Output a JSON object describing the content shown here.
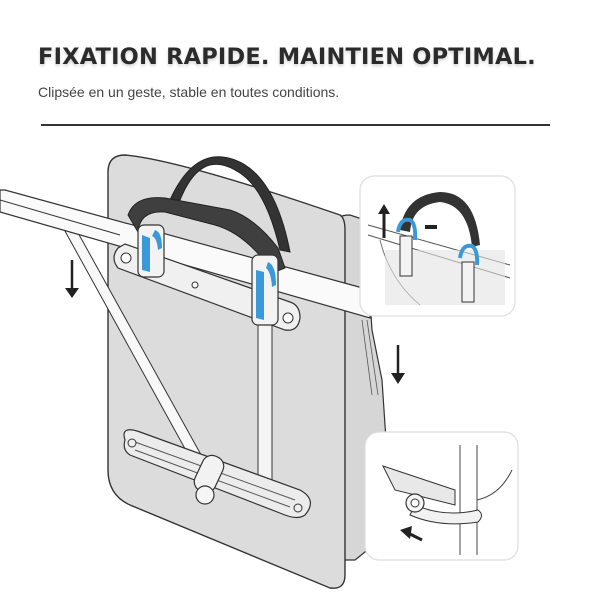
{
  "header": {
    "title": "FIXATION RAPIDE. MAINTIEN OPTIMAL.",
    "subtitle": "Clipsée en un geste, stable en toutes conditions."
  },
  "illustration": {
    "subject": "pannier-bag-on-rack",
    "insets": [
      "hook-release-detail",
      "lower-clip-detail"
    ],
    "colors": {
      "bag": "#dcdcdc",
      "outline": "#333333",
      "handle": "#3a3a3a",
      "hook_accent": "#3a9ad9",
      "rack": "#fafafa",
      "inset_bg": "#ffffff"
    },
    "arrows": [
      "arrow-down-left",
      "arrow-down-right",
      "arrow-up-inset",
      "arrow-left-inset"
    ]
  }
}
